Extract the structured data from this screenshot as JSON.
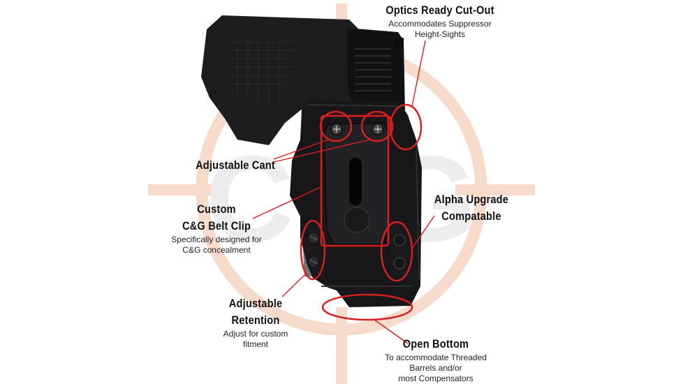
{
  "colors": {
    "background": "#ffffff",
    "watermark": "#f6d8c6",
    "callout_red": "#d81e1e",
    "holster_black": "#141416",
    "text": "#111111"
  },
  "watermark": {
    "logo_text": "C&G"
  },
  "callouts": {
    "optics": {
      "title": "Optics Ready Cut-Out",
      "line1": "Accommodates Suppressor",
      "line2": "Height-Sights"
    },
    "cant": {
      "title": "Adjustable Cant"
    },
    "belt_clip": {
      "title_line1": "Custom",
      "title_line2": "C&G Belt Clip",
      "line1": "Specifically designed for",
      "line2": "C&G concealment"
    },
    "alpha": {
      "title_line1": "Alpha Upgrade",
      "title_line2": "Compatable"
    },
    "retention": {
      "title_line1": "Adjustable",
      "title_line2": "Retention",
      "line1": "Adjust for custom",
      "line2": "fitment"
    },
    "bottom": {
      "title": "Open Bottom",
      "line1": "To accommodate Threaded",
      "line2": "Barrels and/or",
      "line3": "most Compensators"
    }
  }
}
